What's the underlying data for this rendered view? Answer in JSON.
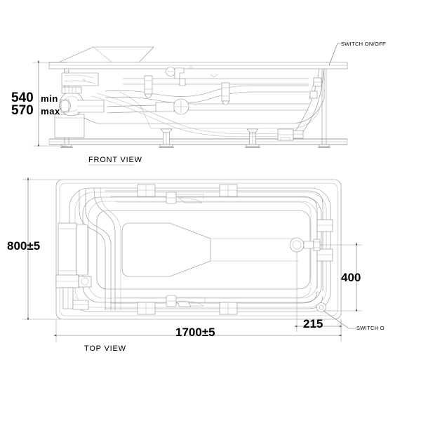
{
  "drawing": {
    "title": "Bathtub technical drawing",
    "background_color": "#ffffff",
    "line_color": "#8c8c8c",
    "text_color": "#1a1a1a"
  },
  "views": {
    "front": {
      "label": "FRONT VIEW",
      "underline": true
    },
    "top": {
      "label": "TOP VIEW",
      "underline": false
    }
  },
  "dimensions": {
    "height_min_value": "540",
    "height_min_unit": "min",
    "height_max_value": "570",
    "height_max_unit": "max",
    "width": "800±5",
    "length": "1700±5",
    "switch_offset_vertical": "400",
    "switch_offset_horizontal": "215"
  },
  "annotations": {
    "switch_on_off": "SWITCH ON/OFF",
    "switch_o": "SWITCH O"
  }
}
